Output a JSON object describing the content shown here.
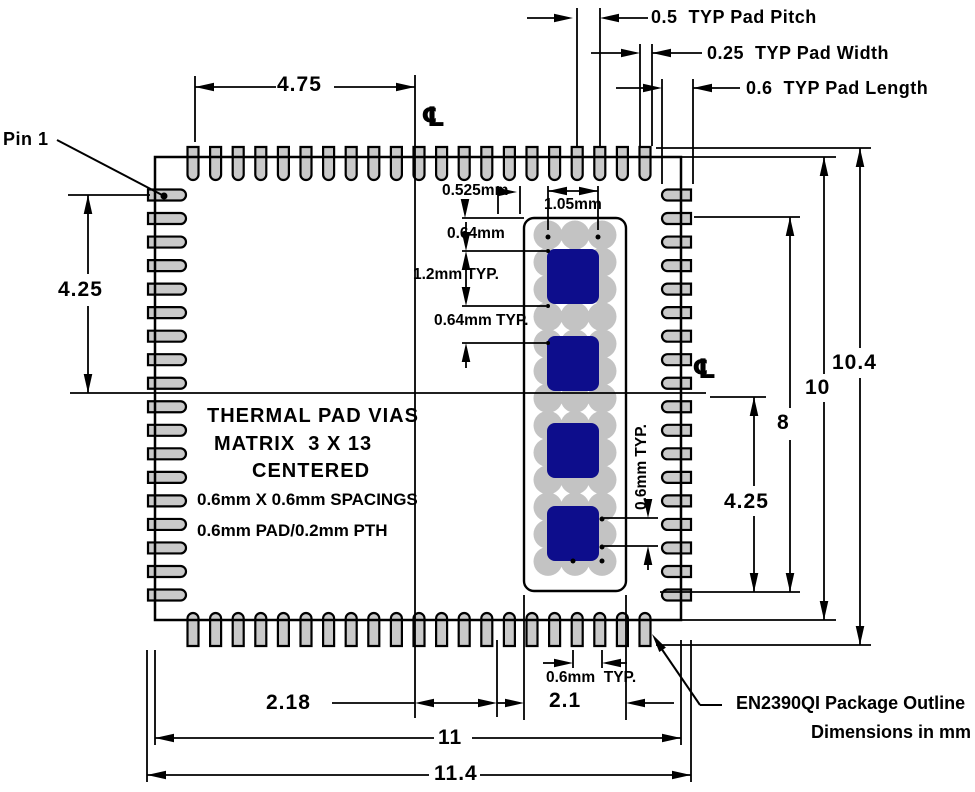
{
  "annotations": {
    "pad_pitch": "0.5  TYP Pad Pitch",
    "pad_width": "0.25  TYP Pad Width",
    "pad_length": "0.6  TYP Pad Length",
    "pin1": "Pin 1",
    "dim_top_half_width": "4.75",
    "dim_left_height": "4.25",
    "via_offset": "0.525mm",
    "via_span": "1.05mm",
    "via_edge_gap": "0.64mm",
    "square_height": "1.2mm TYP.",
    "square_gap": "0.64mm TYP.",
    "via_pitch_vertical": "0.6mm TYP.",
    "via_pitch_horizontal": "0.6mm  TYP.",
    "thermal_line1": "THERMAL PAD VIAS",
    "thermal_line2": "MATRIX  3 X 13",
    "thermal_line3": "CENTERED",
    "thermal_line4": "0.6mm X 0.6mm SPACINGS",
    "thermal_line5": "0.6mm PAD/0.2mm PTH",
    "dim_8": "8",
    "dim_10": "10",
    "dim_10_4": "10.4",
    "dim_right_425": "4.25",
    "dim_2_18": "2.18",
    "dim_2_1": "2.1",
    "dim_11": "11",
    "dim_11_4": "11.4",
    "note_line1": "EN2390QI Package Outline",
    "note_line2": "Dimensions in mm",
    "centerline_symbol_top": "℄",
    "centerline_symbol_right": "℄"
  },
  "drawing": {
    "package_mm": {
      "width": 11,
      "height": 10
    },
    "pads": {
      "top_count": 21,
      "bottom_count": 21,
      "left_count": 18,
      "right_count": 18
    },
    "via_matrix": {
      "cols": 3,
      "rows": 13,
      "thermal_squares": 4
    },
    "colors": {
      "line": "#000000",
      "pad_fill": "#c9c9c9",
      "via_fill": "#c3c3c3",
      "thermal_square": "#0d0d8c",
      "background": "#ffffff"
    }
  }
}
